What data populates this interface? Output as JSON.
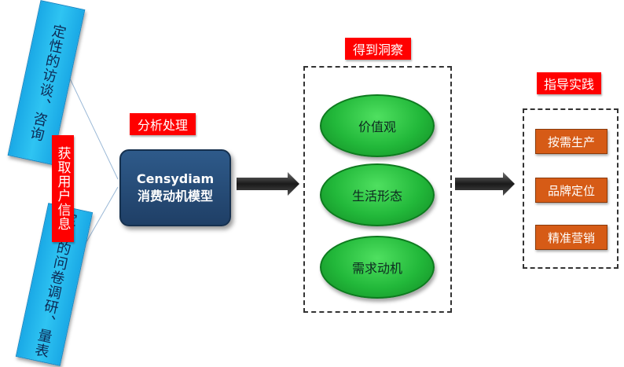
{
  "sources": {
    "qualitative": "定性的访谈、咨询",
    "quantitative": "定量的问卷调研、量表"
  },
  "collect_label": "获取用户信息",
  "analysis": {
    "label": "分析处理",
    "model_line1": "Censydiam",
    "model_line2": "消费动机模型"
  },
  "insight": {
    "label": "得到洞察",
    "items": [
      "价值观",
      "生活形态",
      "需求动机"
    ]
  },
  "practice": {
    "label": "指导实践",
    "items": [
      "按需生产",
      "品牌定位",
      "精准营销"
    ]
  },
  "colors": {
    "source_blue": "#1aa9e6",
    "label_red": "#ff0000",
    "model_navy": "#1f3f66",
    "ellipse_green": "#22b83a",
    "practice_orange": "#d65b16"
  }
}
